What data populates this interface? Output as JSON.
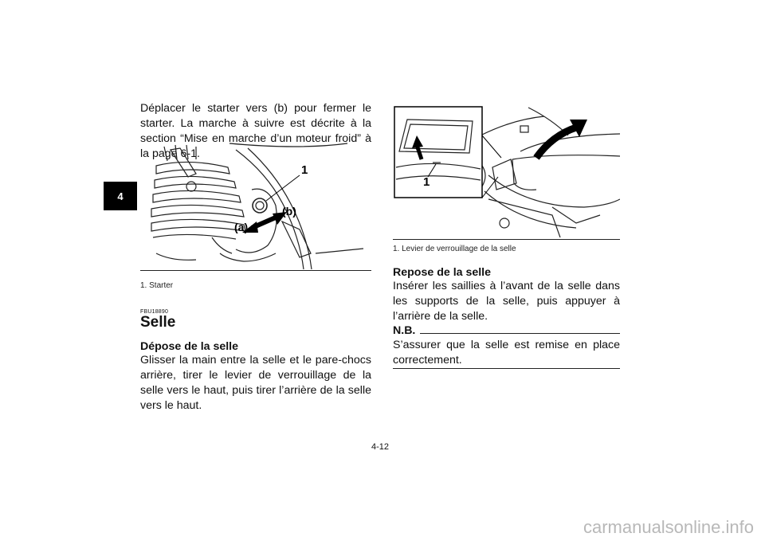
{
  "chapter_tab": "4",
  "left_column": {
    "intro_paragraph": "Déplacer le starter vers (b) pour fermer le starter. La marche à suivre est décrite à la section “Mise en marche d’un moteur froid” à la page 6-1.",
    "figure1": {
      "callout_1": "1",
      "label_a": "(a)",
      "label_b": "(b)",
      "caption": "1. Starter"
    },
    "section_code": "FBU18890",
    "section_title": "Selle",
    "subheading": "Dépose de la selle",
    "body": "Glisser la main entre la selle et le pare-chocs arrière, tirer le levier de verrouillage de la selle vers le haut, puis tirer l’arrière de la selle vers le haut."
  },
  "right_column": {
    "figure2": {
      "callout_1": "1",
      "caption": "1. Levier de verrouillage de la selle"
    },
    "subheading": "Repose de la selle",
    "body": "Insérer les saillies à l’avant de la selle dans les supports de la selle, puis appuyer à l’arrière de la selle.",
    "note_label": "N.B.",
    "note_text": "S’assurer que la selle est remise en place correctement."
  },
  "page_number": "4-12",
  "watermark": "carmanualsonline.info"
}
